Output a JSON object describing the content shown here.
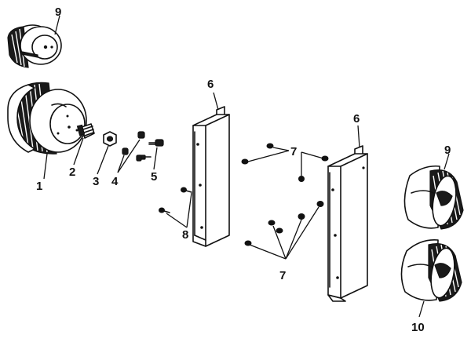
{
  "labels": {
    "p1": "1",
    "p2": "2",
    "p3": "3",
    "p4": "4",
    "p5": "5",
    "p6a": "6",
    "p6b": "6",
    "p7a": "7",
    "p7b": "7",
    "p8": "8",
    "p9a": "9",
    "p9b": "9",
    "p10": "10"
  },
  "colors": {
    "ink": "#111111",
    "paper": "#ffffff"
  }
}
